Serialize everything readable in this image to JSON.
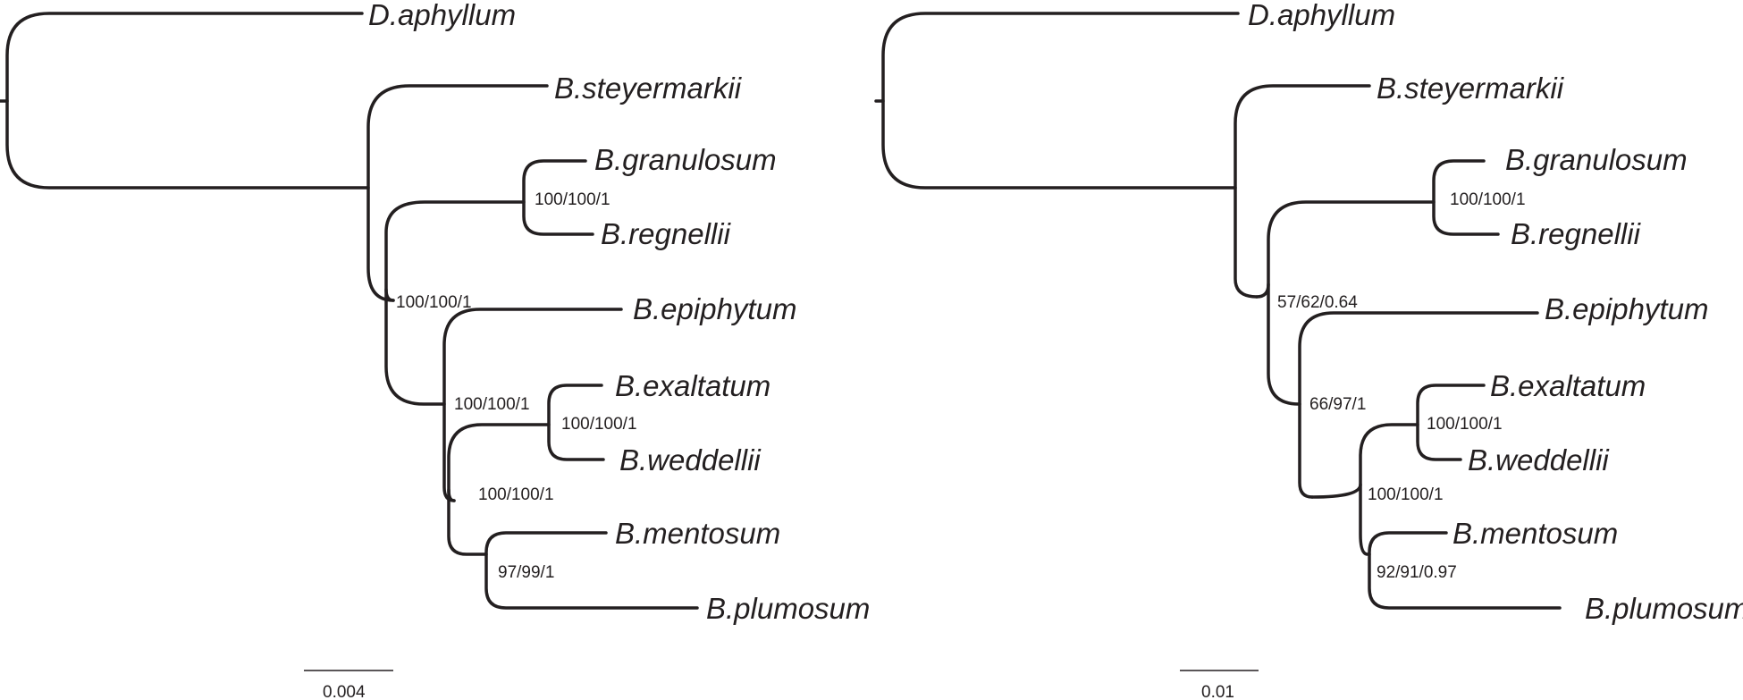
{
  "trees": [
    {
      "scale_label": "0.004",
      "taxa": [
        "D.aphyllum",
        "B.steyermarkii",
        "B.granulosum",
        "B.regnellii",
        "B.epiphytum",
        "B.exaltatum",
        "B.weddellii",
        "B.mentosum",
        "B.plumosum"
      ],
      "supports": [
        "100/100/1",
        "100/100/1",
        "100/100/1",
        "100/100/1",
        "100/100/1",
        "97/99/1"
      ]
    },
    {
      "scale_label": "0.01",
      "taxa": [
        "D.aphyllum",
        "B.steyermarkii",
        "B.granulosum",
        "B.regnellii",
        "B.epiphytum",
        "B.exaltatum",
        "B.weddellii",
        "B.mentosum",
        "B.plumosum"
      ],
      "supports": [
        "100/100/1",
        "57/62/0.64",
        "66/97/1",
        "100/100/1",
        "100/100/1",
        "92/91/0.97"
      ]
    }
  ]
}
